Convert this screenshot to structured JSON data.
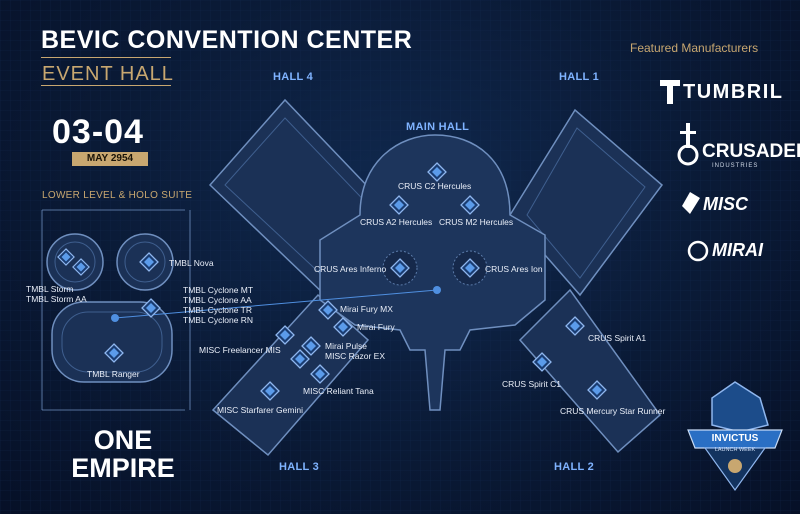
{
  "header": {
    "venue": "BEVIC CONVENTION CENTER",
    "event": "EVENT HALL",
    "dates": "03-04",
    "month": "MAY 2954",
    "lower_level": "LOWER LEVEL & HOLO SUITE",
    "slogan_line1": "ONE",
    "slogan_line2": "EMPIRE"
  },
  "manufacturers": {
    "heading": "Featured Manufacturers",
    "logos": [
      "TUMBRIL",
      "CRUSADER",
      "INDUSTRIES",
      "MISC",
      "MIRAI"
    ]
  },
  "badge": {
    "text": "INVICTUS",
    "sub": "LAUNCH WEEK"
  },
  "halls": {
    "hall4": "HALL 4",
    "hall1": "HALL 1",
    "main": "MAIN HALL",
    "hall3": "HALL 3",
    "hall2": "HALL 2"
  },
  "ships": {
    "crus_c2": "CRUS C2 Hercules",
    "crus_a2": "CRUS A2 Hercules",
    "crus_m2": "CRUS M2 Hercules",
    "crus_ares_inferno": "CRUS Ares Inferno",
    "crus_ares_ion": "CRUS Ares Ion",
    "tmbl_nova": "TMBL Nova",
    "tmbl_storm": "TMBL Storm",
    "tmbl_storm_aa": "TMBL Storm AA",
    "tmbl_cyclone_mt": "TMBL Cyclone MT",
    "tmbl_cyclone_aa": "TMBL Cyclone AA",
    "tmbl_cyclone_tr": "TMBL Cyclone TR",
    "tmbl_cyclone_rn": "TMBL Cyclone RN",
    "tmbl_ranger": "TMBL Ranger",
    "mirai_fury_mx": "Mirai Fury MX",
    "mirai_fury": "Mirai Fury",
    "mirai_pulse": "Mirai Pulse",
    "misc_razor_ex": "MISC Razor EX",
    "misc_freelancer_mis": "MISC Freelancer MIS",
    "misc_reliant_tana": "MISC Reliant Tana",
    "misc_starfarer_gemini": "MISC Starfarer Gemini",
    "crus_spirit_a1": "CRUS Spirit A1",
    "crus_spirit_c1": "CRUS Spirit C1",
    "crus_mercury": "CRUS Mercury Star Runner"
  },
  "colors": {
    "background": "#0a1a36",
    "floor": "#1b3156",
    "outline": "#6f8fbf",
    "accent_gold": "#c8a770",
    "marker": "#4f8fe0",
    "hall_label": "#7fb3ff"
  }
}
